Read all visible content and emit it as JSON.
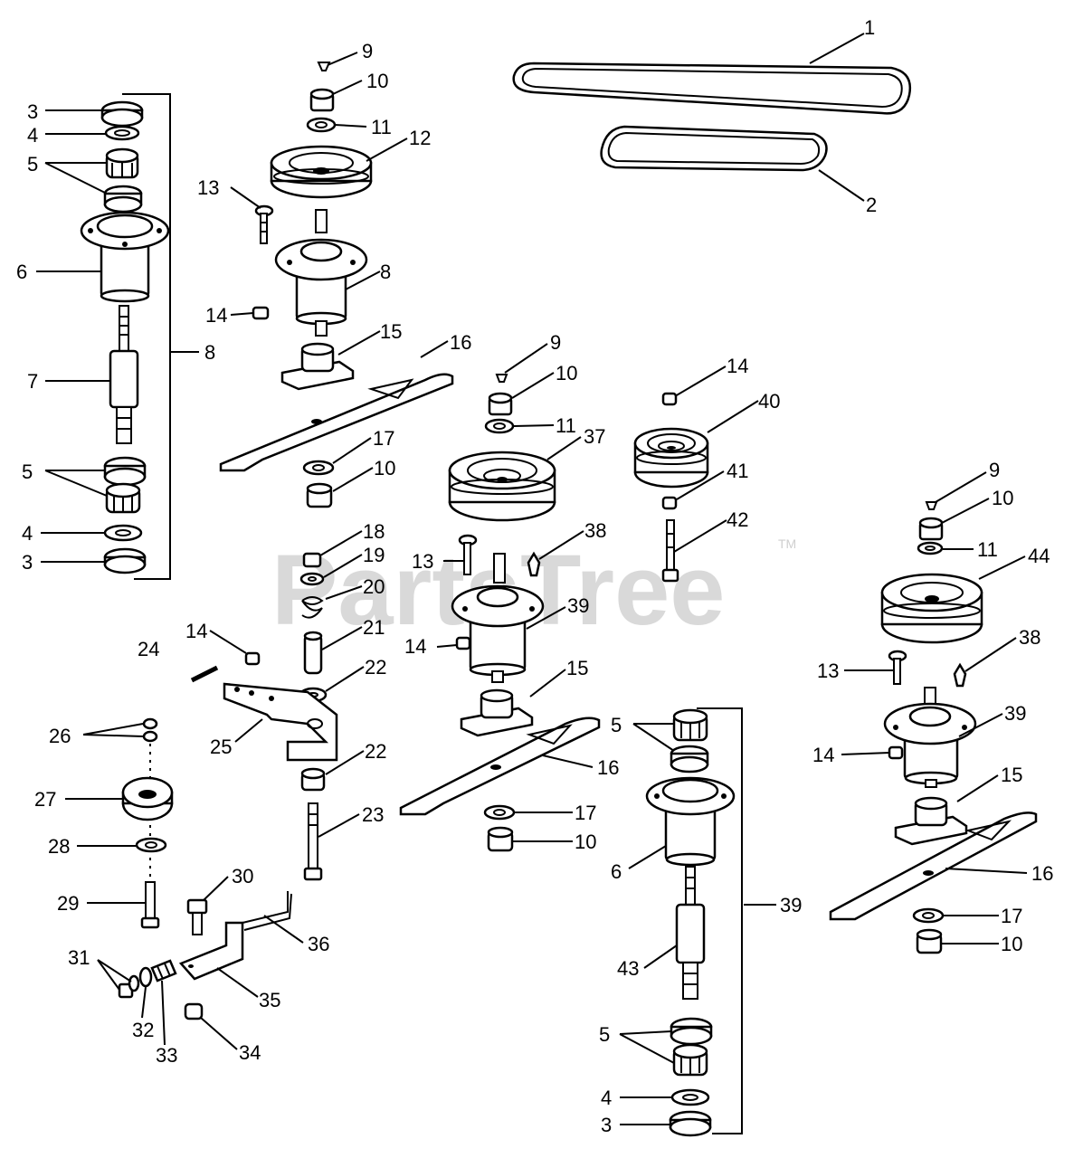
{
  "watermark": {
    "text": "PartsTree",
    "trademark": "TM"
  },
  "callouts": [
    {
      "id": "c1",
      "text": "1"
    },
    {
      "id": "c2",
      "text": "2"
    },
    {
      "id": "c3a",
      "text": "3"
    },
    {
      "id": "c4a",
      "text": "4"
    },
    {
      "id": "c5a",
      "text": "5"
    },
    {
      "id": "c6a",
      "text": "6"
    },
    {
      "id": "c7",
      "text": "7"
    },
    {
      "id": "c8a",
      "text": "8"
    },
    {
      "id": "c5b",
      "text": "5"
    },
    {
      "id": "c4b",
      "text": "4"
    },
    {
      "id": "c3b",
      "text": "3"
    },
    {
      "id": "c9a",
      "text": "9"
    },
    {
      "id": "c10a",
      "text": "10"
    },
    {
      "id": "c11a",
      "text": "11"
    },
    {
      "id": "c12",
      "text": "12"
    },
    {
      "id": "c13a",
      "text": "13"
    },
    {
      "id": "c8b",
      "text": "8"
    },
    {
      "id": "c14a",
      "text": "14"
    },
    {
      "id": "c15a",
      "text": "15"
    },
    {
      "id": "c16a",
      "text": "16"
    },
    {
      "id": "c17a",
      "text": "17"
    },
    {
      "id": "c10b",
      "text": "10"
    },
    {
      "id": "c18",
      "text": "18"
    },
    {
      "id": "c19",
      "text": "19"
    },
    {
      "id": "c20",
      "text": "20"
    },
    {
      "id": "c21",
      "text": "21"
    },
    {
      "id": "c22a",
      "text": "22"
    },
    {
      "id": "c22b",
      "text": "22"
    },
    {
      "id": "c23",
      "text": "23"
    },
    {
      "id": "c14b",
      "text": "14"
    },
    {
      "id": "c24",
      "text": "24"
    },
    {
      "id": "c25",
      "text": "25"
    },
    {
      "id": "c26",
      "text": "26"
    },
    {
      "id": "c27",
      "text": "27"
    },
    {
      "id": "c28",
      "text": "28"
    },
    {
      "id": "c29",
      "text": "29"
    },
    {
      "id": "c30",
      "text": "30"
    },
    {
      "id": "c31",
      "text": "31"
    },
    {
      "id": "c32",
      "text": "32"
    },
    {
      "id": "c33",
      "text": "33"
    },
    {
      "id": "c34",
      "text": "34"
    },
    {
      "id": "c35",
      "text": "35"
    },
    {
      "id": "c36",
      "text": "36"
    },
    {
      "id": "c9b",
      "text": "9"
    },
    {
      "id": "c10c",
      "text": "10"
    },
    {
      "id": "c11b",
      "text": "11"
    },
    {
      "id": "c37",
      "text": "37"
    },
    {
      "id": "c13b",
      "text": "13"
    },
    {
      "id": "c38a",
      "text": "38"
    },
    {
      "id": "c39a",
      "text": "39"
    },
    {
      "id": "c14c",
      "text": "14"
    },
    {
      "id": "c15b",
      "text": "15"
    },
    {
      "id": "c16b",
      "text": "16"
    },
    {
      "id": "c17b",
      "text": "17"
    },
    {
      "id": "c10d",
      "text": "10"
    },
    {
      "id": "c14d",
      "text": "14"
    },
    {
      "id": "c40",
      "text": "40"
    },
    {
      "id": "c41",
      "text": "41"
    },
    {
      "id": "c42",
      "text": "42"
    },
    {
      "id": "c5c",
      "text": "5"
    },
    {
      "id": "c6b",
      "text": "6"
    },
    {
      "id": "c39b",
      "text": "39"
    },
    {
      "id": "c43",
      "text": "43"
    },
    {
      "id": "c5d",
      "text": "5"
    },
    {
      "id": "c4c",
      "text": "4"
    },
    {
      "id": "c3c",
      "text": "3"
    },
    {
      "id": "c9c",
      "text": "9"
    },
    {
      "id": "c10e",
      "text": "10"
    },
    {
      "id": "c11c",
      "text": "11"
    },
    {
      "id": "c44",
      "text": "44"
    },
    {
      "id": "c38b",
      "text": "38"
    },
    {
      "id": "c13c",
      "text": "13"
    },
    {
      "id": "c39c",
      "text": "39"
    },
    {
      "id": "c14e",
      "text": "14"
    },
    {
      "id": "c15c",
      "text": "15"
    },
    {
      "id": "c16c",
      "text": "16"
    },
    {
      "id": "c17c",
      "text": "17"
    },
    {
      "id": "c10f",
      "text": "10"
    }
  ]
}
